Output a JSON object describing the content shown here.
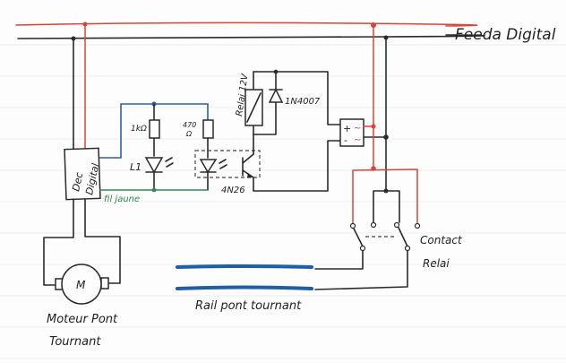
{
  "diagram": {
    "title": "Feeda Digital",
    "labels": {
      "decoder": [
        "Dec",
        "Digital"
      ],
      "wire_yellow": "fil jaune",
      "resistor1": "1kΩ",
      "resistor2_top": "470",
      "resistor2_bottom": "Ω",
      "led1": "L1",
      "optocoupler": "4N26",
      "relay_coil": "Relai 12V",
      "diode": "1N4007",
      "bridge_plus": "+",
      "bridge_minus": "-",
      "bridge_ac1": "~",
      "bridge_ac2": "~",
      "motor_symbol": "M",
      "motor": [
        "Moteur Pont",
        "Tournant"
      ],
      "rail": "Rail pont tournant",
      "relay_contact": [
        "Contact",
        "Relai"
      ]
    },
    "colors": {
      "feeder_red": "#d6453a",
      "feeder_black": "#2a2a2a",
      "led_wire_blue": "#2f5f9e",
      "yellow_wire_green": "#2e8a4c",
      "rail_blue": "#1f5fa8"
    }
  }
}
